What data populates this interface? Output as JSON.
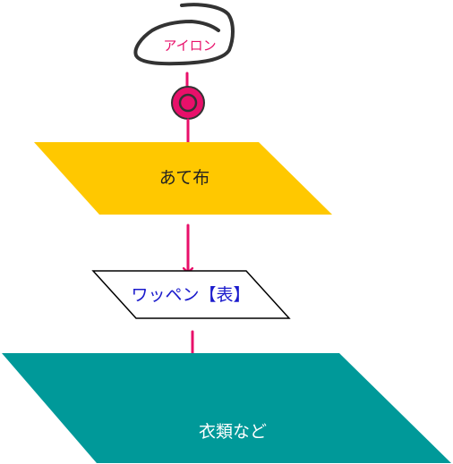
{
  "diagram": {
    "iron_label": "アイロン",
    "cloth_label": "あて布",
    "patch_label": "ワッペン【表】",
    "garment_label": "衣類など"
  },
  "colors": {
    "accent": "#e8106a",
    "iron_stroke": "#333333",
    "cloth_fill": "#ffc800",
    "patch_fill": "#ffffff",
    "patch_stroke": "#000000",
    "patch_text": "#1a1acc",
    "garment_fill": "#009999",
    "garment_text": "#ffffff",
    "label_text": "#222222"
  }
}
